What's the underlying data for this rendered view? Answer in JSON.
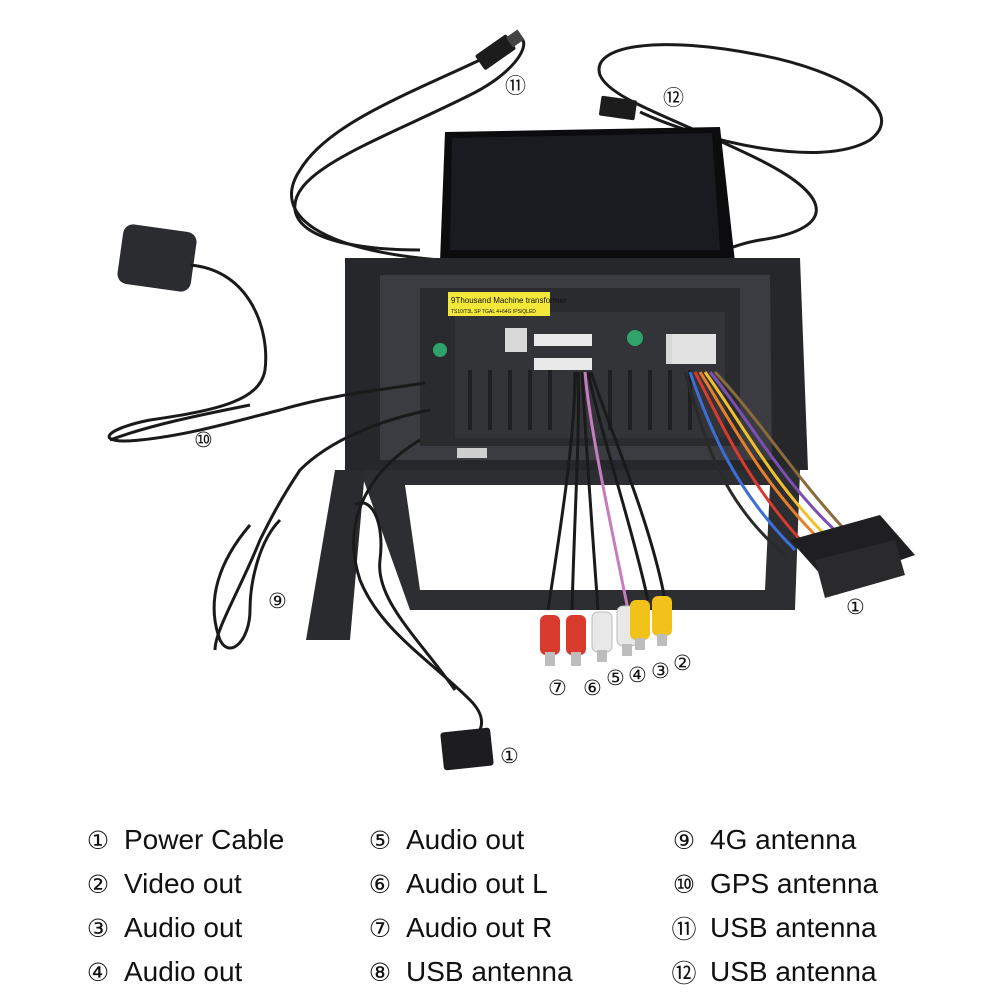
{
  "callouts": {
    "c1_harness": "①",
    "c1_plug": "①",
    "c2": "②",
    "c3": "③",
    "c4": "④",
    "c5": "⑤",
    "c6": "⑥",
    "c7": "⑦",
    "c9": "⑨",
    "c10": "⑩",
    "c11": "⑪",
    "c12": "⑫"
  },
  "sticker": {
    "line1": "9Thousand Machine transformer",
    "line2": "TS10/T3L SP TGAL 4+64G IPS/QLED"
  },
  "legend": [
    {
      "num": "①",
      "label": "Power Cable"
    },
    {
      "num": "②",
      "label": "Video out"
    },
    {
      "num": "③",
      "label": "Audio out"
    },
    {
      "num": "④",
      "label": "Audio out"
    },
    {
      "num": "⑤",
      "label": "Audio out"
    },
    {
      "num": "⑥",
      "label": "Audio out L"
    },
    {
      "num": "⑦",
      "label": "Audio out R"
    },
    {
      "num": "⑧",
      "label": "USB antenna"
    },
    {
      "num": "⑨",
      "label": "4G antenna"
    },
    {
      "num": "⑩",
      "label": "GPS antenna"
    },
    {
      "num": "⑪",
      "label": "USB antenna"
    },
    {
      "num": "⑫",
      "label": "USB antenna"
    }
  ],
  "colors": {
    "cable": "#1a1a1a",
    "rca_red": "#d83a2e",
    "rca_white": "#e8e8e8",
    "rca_yellow": "#f2c21b",
    "sticker_yellow": "#f3e83a"
  }
}
